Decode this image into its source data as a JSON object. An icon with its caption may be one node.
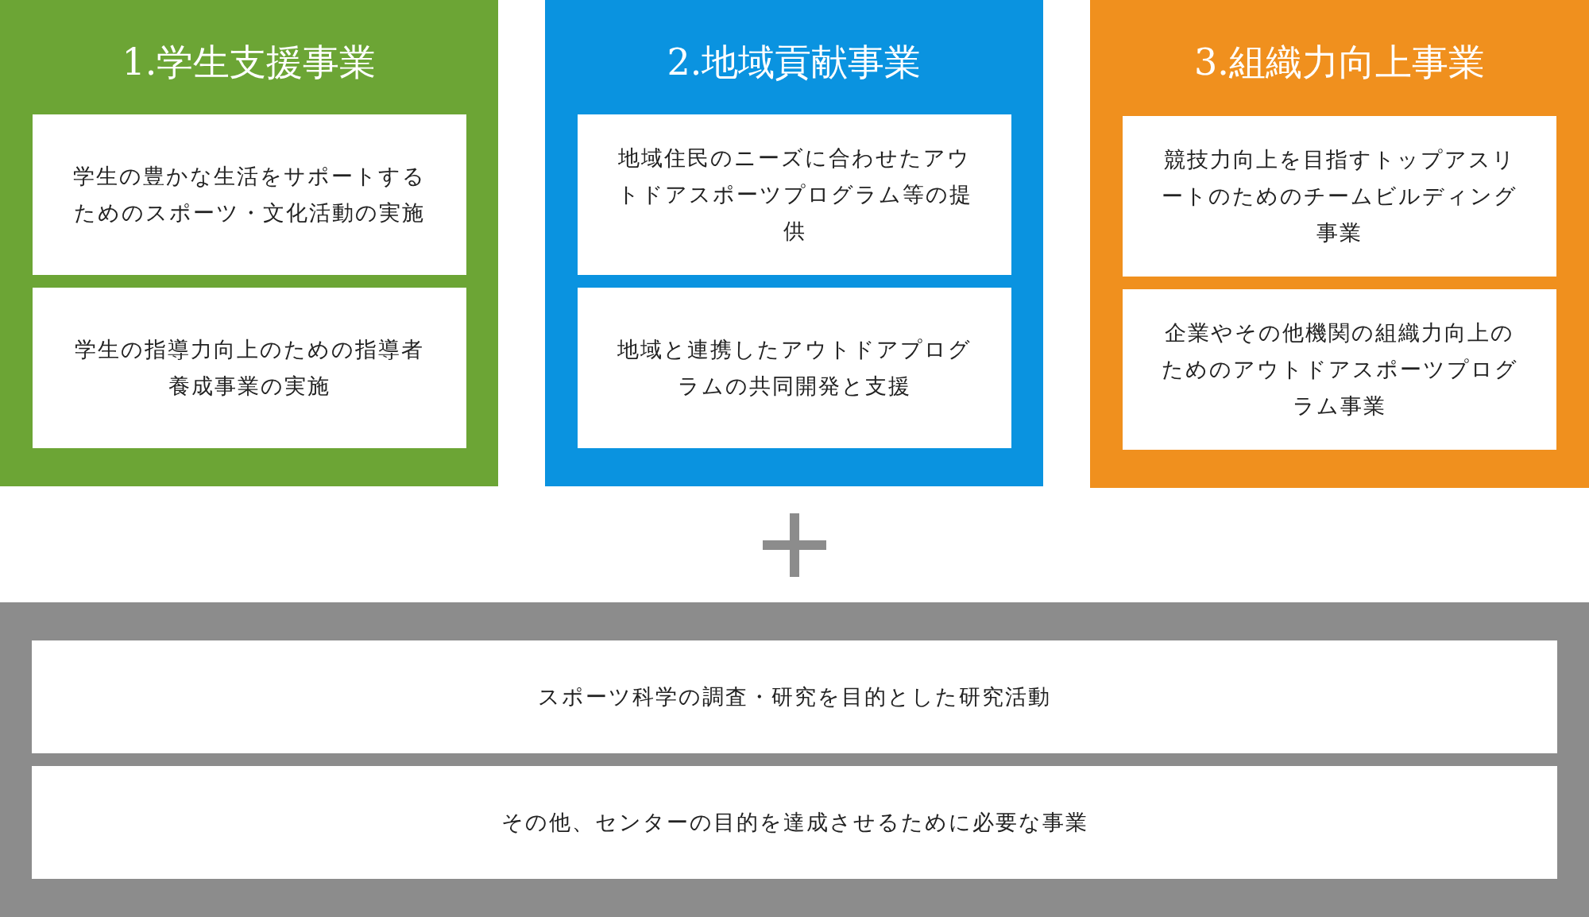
{
  "diagram": {
    "nodes": [
      {
        "text": [
          "1.学生支援事業"
        ]
      },
      {
        "text": [
          "学生の豊かな生活をサポートするためのスポーツ・文化活動の実施"
        ],
        "in": 0
      },
      {
        "text": [
          "学生の指導力向上のための指導者養成事業の実施"
        ],
        "in": 0
      },
      {
        "text": [
          "2.地域貢献事業"
        ]
      },
      {
        "text": [
          "地域住民のニーズに合わせたアウトドアスポーツプログラム等の提供"
        ],
        "in": 3
      },
      {
        "text": [
          "地域と連携したアウトドアプログラムの共同開発と支援"
        ],
        "in": 3
      },
      {
        "text": [
          "3.組織力向上事業"
        ]
      },
      {
        "text": [
          "競技力向上を目指すトップアスリートのためのチームビルディング事業"
        ],
        "in": 6
      },
      {
        "text": [
          "企業やその他機関の組織力向上のためのアウトドアスポーツプログラム事業"
        ],
        "in": 6
      },
      {
        "text": [],
        "shape": "box"
      },
      {
        "text": [
          "スポーツ科学の調査・研究を目的とした研究活動"
        ],
        "in": 9
      },
      {
        "text": [
          "その他、センターの目的を達成させるために必要な事業"
        ],
        "in": 9
      }
    ],
    "edges": []
  }
}
